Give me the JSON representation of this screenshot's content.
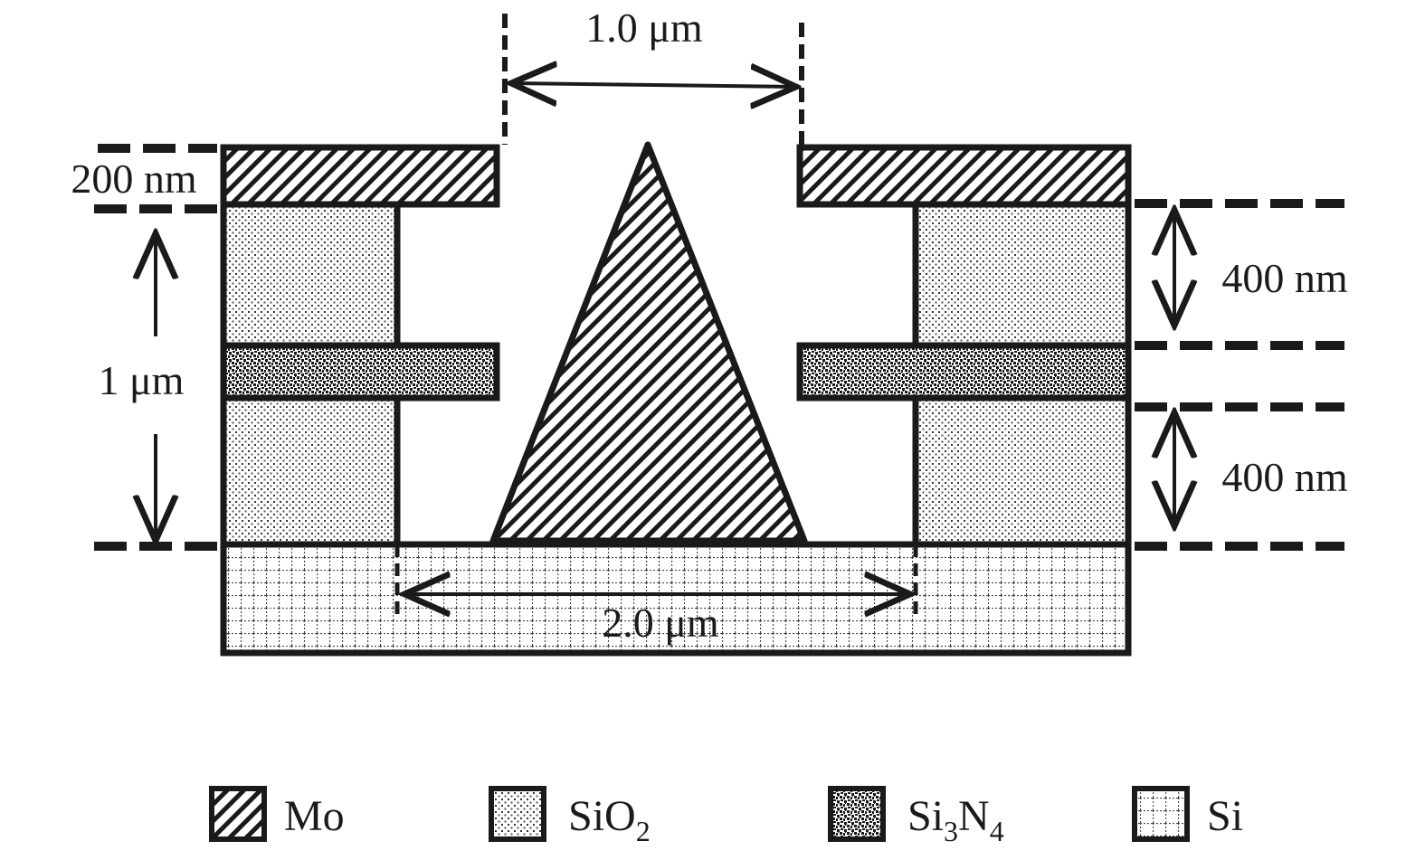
{
  "dimensions": {
    "top_gap": "1.0 μm",
    "gate_thickness": "200 nm",
    "total_height": "1 μm",
    "upper_oxide": "400 nm",
    "lower_oxide": "400 nm",
    "bottom_gap": "2.0 μm"
  },
  "legend": {
    "mo": "Mo",
    "sio2": {
      "base": "SiO",
      "sub": "2"
    },
    "si3n4": {
      "a": "Si",
      "a_sub": "3",
      "b": "N",
      "b_sub": "4"
    },
    "si": "Si"
  },
  "colors": {
    "line": "#1a1a1a",
    "background": "#ffffff"
  }
}
